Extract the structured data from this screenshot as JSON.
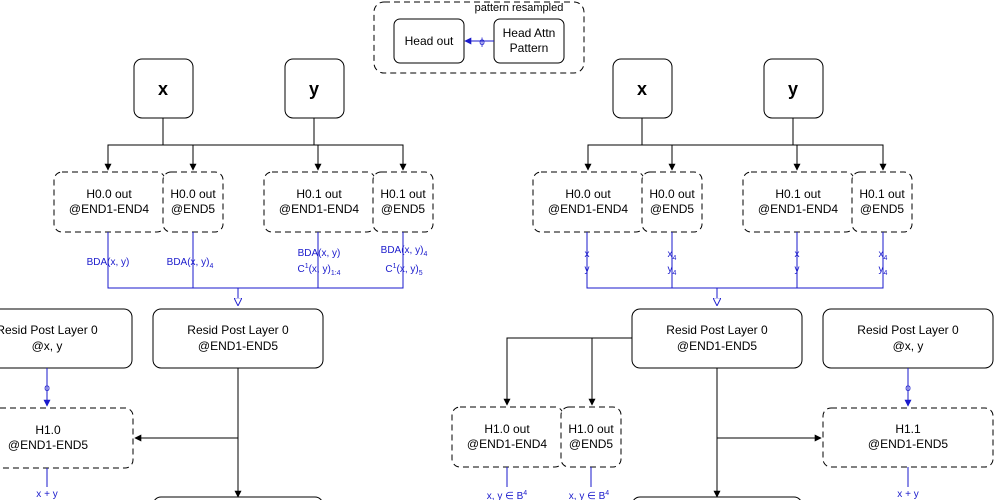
{
  "legend": {
    "caption": "pattern resampled",
    "head_out": "Head out",
    "head_attn": [
      "Head Attn",
      "Pattern"
    ],
    "phi": "ϕ"
  },
  "colors": {
    "edge": "#000000",
    "blue": "#1a1acc"
  },
  "left": {
    "x": "x",
    "y": "y",
    "h00_a": [
      "H0.0 out",
      "@END1-END4"
    ],
    "h00_b": [
      "H0.0 out",
      "@END5"
    ],
    "h01_a": [
      "H0.1 out",
      "@END1-END4"
    ],
    "h01_b": [
      "H0.1 out",
      "@END5"
    ],
    "lbl_h00_a": "BDA(x, y)",
    "lbl_h00_b": "BDA(x, y)",
    "lbl_h00_b_sub": "4",
    "lbl_h01_a_1": "BDA(x, y)",
    "lbl_h01_a_2": "C",
    "lbl_h01_a_2_sup": "1",
    "lbl_h01_a_2_rest": "(x, y)",
    "lbl_h01_a_2_sub": "1:4",
    "lbl_h01_b_1": "BDA(x, y)",
    "lbl_h01_b_1_sub": "4",
    "lbl_h01_b_2": "C",
    "lbl_h01_b_2_sup": "1",
    "lbl_h01_b_2_rest": "(x, y)",
    "lbl_h01_b_2_sub": "5",
    "resid_xy": [
      "Resid Post Layer 0",
      "@x, y"
    ],
    "resid_end": [
      "Resid Post Layer 0",
      "@END1-END5"
    ],
    "phi": "ϕ",
    "h10": [
      "H1.0",
      "@END1-END5"
    ],
    "lbl_h10": "x + y"
  },
  "right": {
    "x": "x",
    "y": "y",
    "h00_a": [
      "H0.0 out",
      "@END1-END4"
    ],
    "h00_b": [
      "H0.0 out",
      "@END5"
    ],
    "h01_a": [
      "H0.1 out",
      "@END1-END4"
    ],
    "h01_b": [
      "H0.1 out",
      "@END5"
    ],
    "lbl_h00_a_1": "x",
    "lbl_h00_a_2": "y",
    "lbl_h00_b_1": "x",
    "lbl_h00_b_1_sub": "4",
    "lbl_h00_b_2": "y",
    "lbl_h00_b_2_sub": "4",
    "lbl_h01_a_1": "x",
    "lbl_h01_a_2": "y",
    "lbl_h01_b_1": "x",
    "lbl_h01_b_1_sub": "4",
    "lbl_h01_b_2": "y",
    "lbl_h01_b_2_sub": "4",
    "resid_end": [
      "Resid Post Layer 0",
      "@END1-END5"
    ],
    "resid_xy": [
      "Resid Post Layer 0",
      "@x, y"
    ],
    "h10_a": [
      "H1.0 out",
      "@END1-END4"
    ],
    "h10_b": [
      "H1.0 out",
      "@END5"
    ],
    "phi": "ϕ",
    "h11": [
      "H1.1",
      "@END1-END5"
    ],
    "lbl_h10_a": "x, y ∈ B",
    "lbl_h10_a_sup": "4",
    "lbl_h10_b": "x, y ∈ B",
    "lbl_h10_b_sup": "4",
    "lbl_h11": "x + y"
  }
}
